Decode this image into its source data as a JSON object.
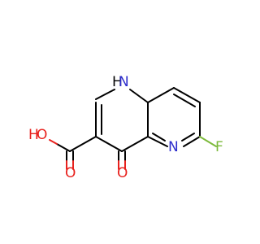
{
  "molecule": {
    "atoms": {
      "nh": "H",
      "n_ring": "N",
      "fluorine": "F",
      "hydroxyl": "O",
      "hydroxyl_h": "H",
      "carbonyl_acid": "O",
      "carbonyl_ketone": "O"
    },
    "colors": {
      "nitrogen": "#2c2ccc",
      "oxygen": "#e8211d",
      "fluorine": "#7dba3c",
      "hydrogen_label": "#000000",
      "bond": "#000000"
    }
  }
}
